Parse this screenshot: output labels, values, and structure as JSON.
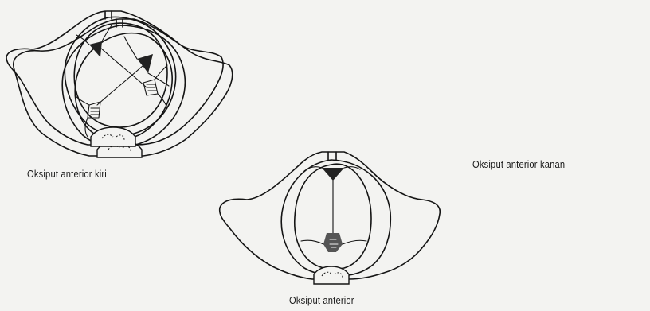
{
  "figures": [
    {
      "id": "left",
      "caption": "Oksiput anterior kiri"
    },
    {
      "id": "right",
      "caption": "Oksiput anterior kanan"
    },
    {
      "id": "center",
      "caption": "Oksiput anterior"
    }
  ]
}
